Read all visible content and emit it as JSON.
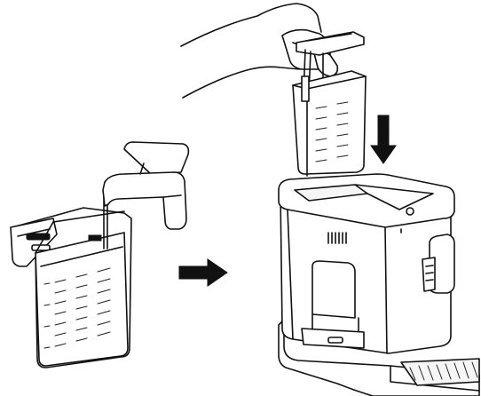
{
  "colors": {
    "line": "#111111",
    "background": "#ffffff"
  },
  "steps": [
    {
      "name": "fill-water-tank-from-tap"
    },
    {
      "name": "insert-water-tank-into-machine"
    }
  ],
  "arrows": [
    "arrow-right",
    "arrow-down"
  ]
}
